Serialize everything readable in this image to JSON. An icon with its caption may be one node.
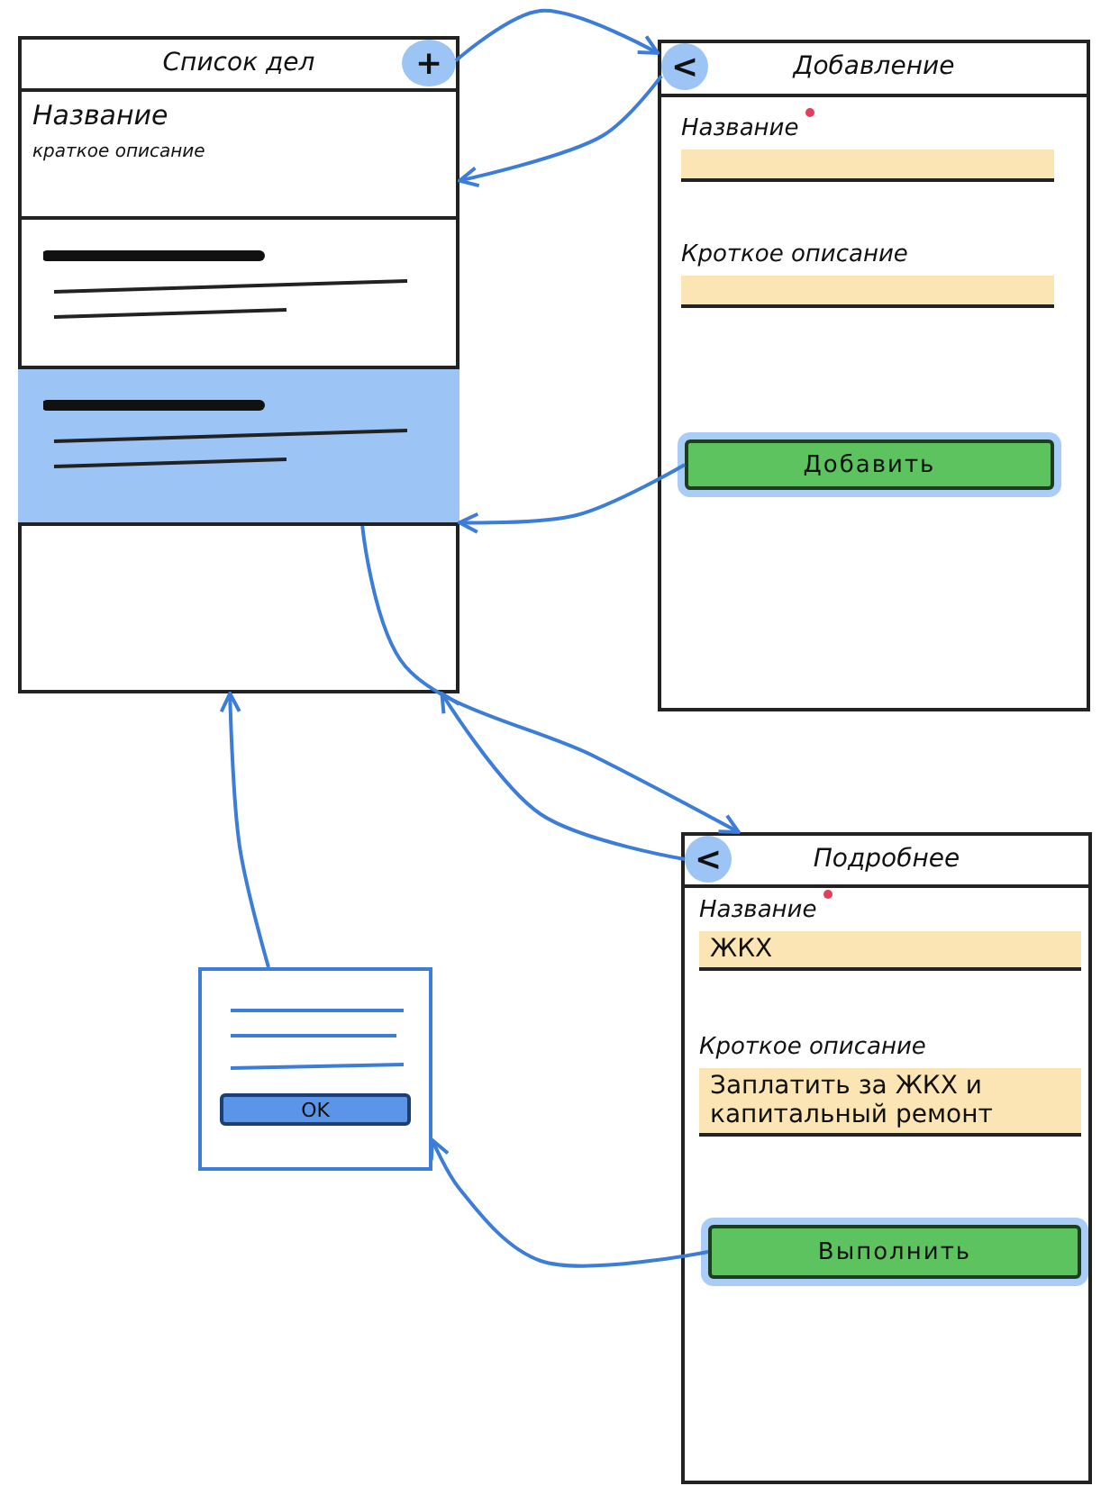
{
  "diagram": {
    "nodes": [
      {
        "text": [
          "Список дел"
        ]
      },
      {
        "text": [
          "+"
        ],
        "in": 0
      },
      {
        "text": [
          "Название",
          "краткое описание"
        ],
        "in": 0
      },
      {
        "text": [],
        "shape": "box",
        "in": 0
      },
      {
        "text": [],
        "shape": "box",
        "in": 0
      },
      {
        "text": [
          "Добавление"
        ]
      },
      {
        "text": [
          "<"
        ],
        "in": 5
      },
      {
        "text": [
          "Название"
        ],
        "in": 5
      },
      {
        "text": [
          "Кроткое описание"
        ],
        "in": 5
      },
      {
        "text": [
          "Добавить"
        ],
        "in": 5
      },
      {
        "text": [
          "Подробнее"
        ]
      },
      {
        "text": [
          "<"
        ],
        "in": 10
      },
      {
        "text": [
          "Название",
          "ЖКХ"
        ],
        "in": 10
      },
      {
        "text": [
          "Кроткое описание",
          "Заплатить за ЖКХ и капитальный ремонт"
        ],
        "in": 10
      },
      {
        "text": [
          "Выполнить"
        ],
        "in": 10
      },
      {
        "text": [],
        "shape": "box"
      },
      {
        "text": [
          "OK"
        ],
        "in": 15
      }
    ],
    "edges": [
      {
        "from": 1,
        "to": 5,
        "arrow": "to"
      },
      {
        "from": 6,
        "to": 0,
        "arrow": "to"
      },
      {
        "from": 9,
        "to": 0,
        "arrow": "to"
      },
      {
        "from": 4,
        "to": 10,
        "arrow": "to"
      },
      {
        "from": 11,
        "to": 0,
        "arrow": "to"
      },
      {
        "from": 14,
        "to": 15,
        "arrow": "to"
      },
      {
        "from": 15,
        "to": 0,
        "arrow": "to"
      }
    ]
  }
}
